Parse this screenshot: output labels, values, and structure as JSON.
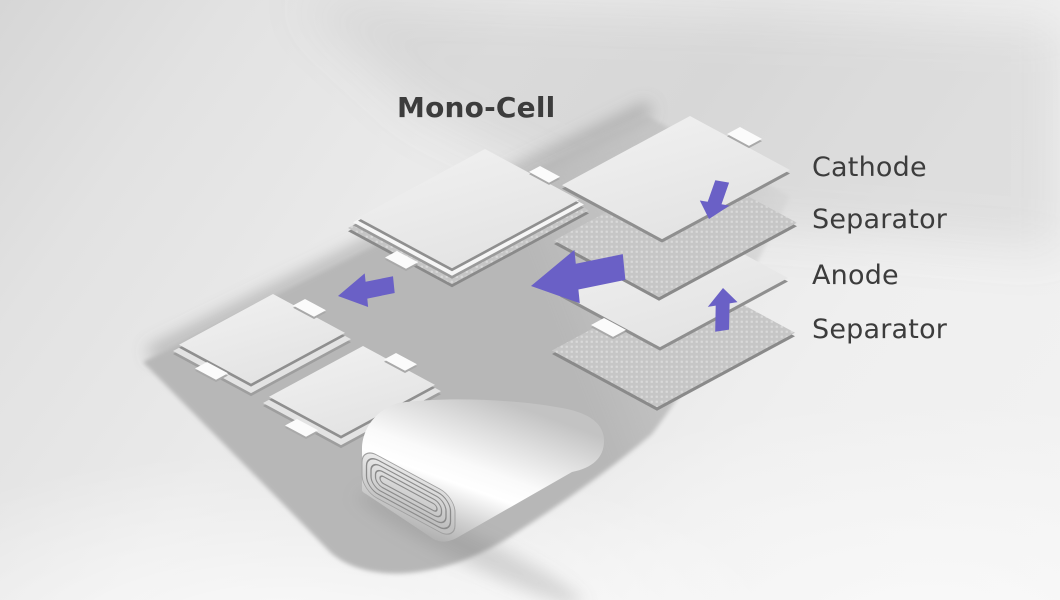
{
  "title": "Mono-Cell",
  "layer_labels": [
    "Cathode",
    "Separator",
    "Anode",
    "Separator"
  ],
  "colors": {
    "accent": "#6A60C6",
    "text": "#3C3C3C",
    "tab": "#FBFBFB",
    "plate_hi": "#F2F2F2",
    "plate_lo": "#E3E3E3",
    "plate_edge": "#8F8F8F",
    "separator_base": "#C6C6C6",
    "separator_dot": "#D9D9D9",
    "separator_edge": "#8A8A8A",
    "strip": "#B7B7B7"
  }
}
